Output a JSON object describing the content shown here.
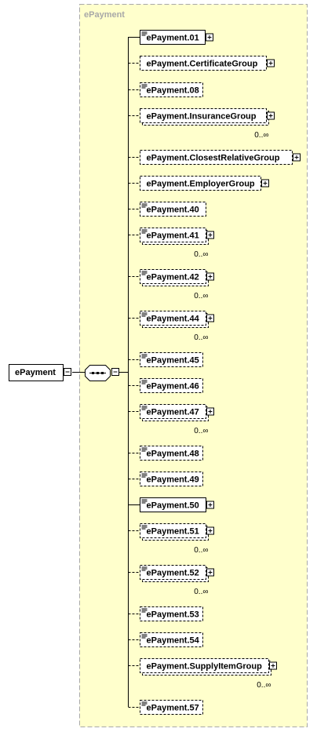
{
  "colors": {
    "page_bg": "#ffffff",
    "region_fill": "#ffffcc",
    "region_border": "#a8a8a8",
    "box_fill": "#ffffff",
    "line": "#000000",
    "region_title": "#a8a8a8"
  },
  "root": {
    "label": "ePayment",
    "has_children": true,
    "icon": "collapse-toggle-icon"
  },
  "region": {
    "title": "ePayment"
  },
  "compositor": {
    "type": "sequence",
    "icon": "sequence-compositor-icon",
    "toggle_icon": "collapse-toggle-icon"
  },
  "children": [
    {
      "label": "ePayment.01",
      "optional": false,
      "kind": "element",
      "expandable": true,
      "cardinality": ""
    },
    {
      "label": "ePayment.CertificateGroup",
      "optional": true,
      "kind": "group",
      "expandable": true,
      "cardinality": ""
    },
    {
      "label": "ePayment.08",
      "optional": true,
      "kind": "element",
      "expandable": false,
      "cardinality": ""
    },
    {
      "label": "ePayment.InsuranceGroup",
      "optional": true,
      "kind": "group",
      "expandable": true,
      "cardinality": "0..∞"
    },
    {
      "label": "ePayment.ClosestRelativeGroup",
      "optional": true,
      "kind": "group",
      "expandable": true,
      "cardinality": ""
    },
    {
      "label": "ePayment.EmployerGroup",
      "optional": true,
      "kind": "group",
      "expandable": true,
      "cardinality": ""
    },
    {
      "label": "ePayment.40",
      "optional": true,
      "kind": "element",
      "expandable": false,
      "cardinality": ""
    },
    {
      "label": "ePayment.41",
      "optional": true,
      "kind": "element",
      "expandable": true,
      "cardinality": "0..∞"
    },
    {
      "label": "ePayment.42",
      "optional": true,
      "kind": "element",
      "expandable": true,
      "cardinality": "0..∞"
    },
    {
      "label": "ePayment.44",
      "optional": true,
      "kind": "element",
      "expandable": true,
      "cardinality": "0..∞"
    },
    {
      "label": "ePayment.45",
      "optional": true,
      "kind": "element",
      "expandable": false,
      "cardinality": ""
    },
    {
      "label": "ePayment.46",
      "optional": true,
      "kind": "element",
      "expandable": false,
      "cardinality": ""
    },
    {
      "label": "ePayment.47",
      "optional": true,
      "kind": "element",
      "expandable": true,
      "cardinality": "0..∞"
    },
    {
      "label": "ePayment.48",
      "optional": true,
      "kind": "element",
      "expandable": false,
      "cardinality": ""
    },
    {
      "label": "ePayment.49",
      "optional": true,
      "kind": "element",
      "expandable": false,
      "cardinality": ""
    },
    {
      "label": "ePayment.50",
      "optional": false,
      "kind": "element",
      "expandable": true,
      "cardinality": ""
    },
    {
      "label": "ePayment.51",
      "optional": true,
      "kind": "element",
      "expandable": true,
      "cardinality": "0..∞"
    },
    {
      "label": "ePayment.52",
      "optional": true,
      "kind": "element",
      "expandable": true,
      "cardinality": "0..∞"
    },
    {
      "label": "ePayment.53",
      "optional": true,
      "kind": "element",
      "expandable": false,
      "cardinality": ""
    },
    {
      "label": "ePayment.54",
      "optional": true,
      "kind": "element",
      "expandable": false,
      "cardinality": ""
    },
    {
      "label": "ePayment.SupplyItemGroup",
      "optional": true,
      "kind": "group",
      "expandable": true,
      "cardinality": "0..∞"
    },
    {
      "label": "ePayment.57",
      "optional": true,
      "kind": "element",
      "expandable": false,
      "cardinality": ""
    }
  ]
}
